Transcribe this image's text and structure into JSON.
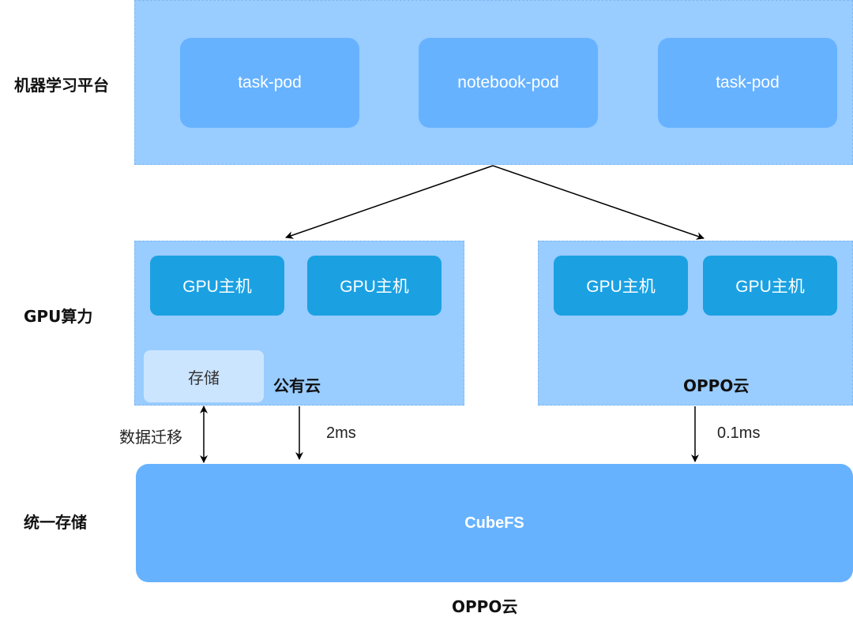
{
  "rows": {
    "ml_platform": "机器学习平台",
    "gpu_compute": "GPU算力",
    "unified_storage": "统一存储"
  },
  "ml_platform": {
    "pods": [
      "task-pod",
      "notebook-pod",
      "task-pod"
    ]
  },
  "public_cloud": {
    "label": "公有云",
    "gpu_hosts": [
      "GPU主机",
      "GPU主机"
    ],
    "storage": "存储"
  },
  "oppo_cloud_gpu": {
    "label": "OPPO云",
    "gpu_hosts": [
      "GPU主机",
      "GPU主机"
    ]
  },
  "edges": {
    "data_migration": "数据迁移",
    "public_latency": "2ms",
    "oppo_latency": "0.1ms"
  },
  "storage_layer": {
    "name": "CubeFS",
    "cloud_label": "OPPO云"
  },
  "colors": {
    "panel": "#99ccff",
    "pod": "#66b2ff",
    "gpu_host": "#1ba1e2",
    "storage_box": "#cce5ff",
    "cubefs": "#66b2ff"
  }
}
